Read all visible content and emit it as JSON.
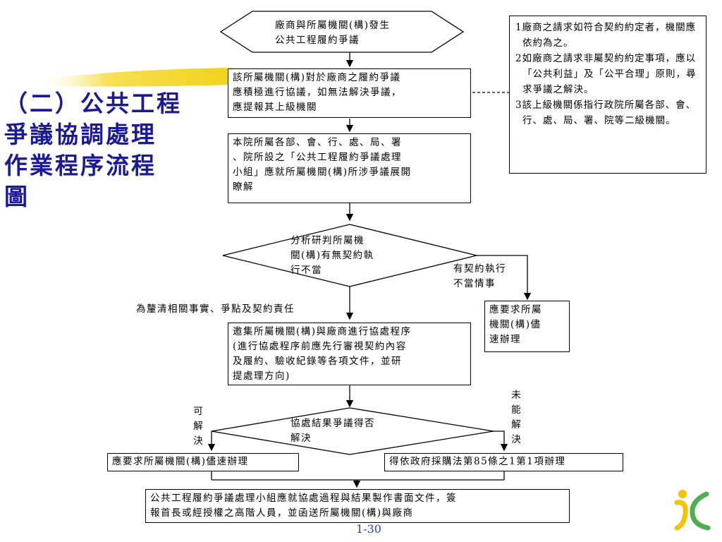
{
  "title": "（二）公共工程\n爭議協調處理\n作業程序流程\n圖",
  "flow": {
    "start": "廠商與所屬機關(構)發生\n公共工程履約爭議",
    "step1": "該所屬機關(構)對於廠商之履約爭議\n應積極進行協議，如無法解決爭議，\n應提報其上級機關",
    "step2": "本院所屬各部、會、行、處、局、署\n、院所設之「公共工程履約爭議處理\n小組」應就所屬機關(構)所涉爭議展開\n瞭解",
    "decision1": "分析研判所屬機\n關(構)有無契約執\n行不當",
    "yes_label": "有契約執行\n不當情事",
    "yes_box": "應要求所屬\n機關(構)儘\n速辦理",
    "clarify_label": "為釐清相關事實、爭點及契約責任",
    "step3": "邀集所屬機關(構)與廠商進行協處程序\n(進行協處程序前應先行審視契約內容\n及履約、驗收紀錄等各項文件，並研\n提處理方向)",
    "decision2": "協處結果爭議得否\n解決",
    "solvable_label": "可\n解\n決",
    "unsolvable_label": "未\n能\n解\n決",
    "left_result": "應要求所屬機關(構)儘速辦理",
    "right_result": "得依政府採購法第85條之1第1項辦理",
    "final": "公共工程履約爭議處理小組應就協處過程與結果製作書面文件，簽\n報首長或經授權之高階人員，並函送所屬機關(構)與廠商"
  },
  "notes": [
    "1廠商之請求如符合契約約定者，機關應依約為之。",
    "2如廠商之請求非屬契約約定事項，應以「公共利益」及「公平合理」原則，尋求爭議之解決。",
    "3該上級機關係指行政院所屬各部、會、行、處、局、署、院等二級機關。"
  ],
  "page_number": "1-30",
  "colors": {
    "title": "#1a1a99",
    "highlight": "#f2d21a",
    "logo_yellow": "#f5c400",
    "logo_green": "#4caf50"
  },
  "icons": {
    "logo": "agency-logo-icon"
  }
}
